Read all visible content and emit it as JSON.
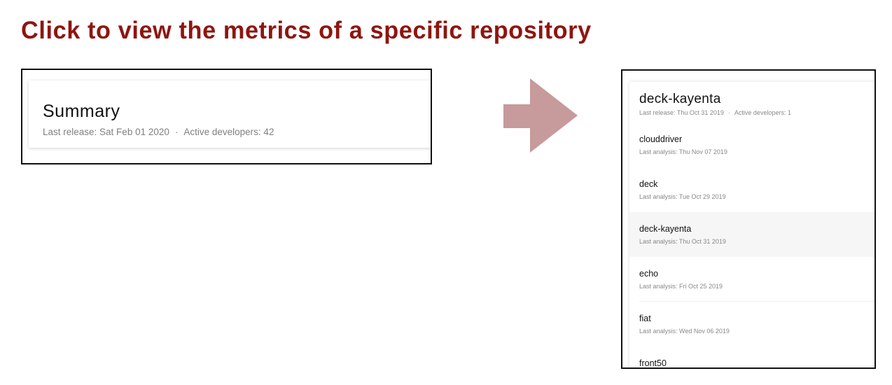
{
  "title": "Click to view the metrics of a specific repository",
  "colors": {
    "title": "#8f1510",
    "arrow": "#c79a9b",
    "selected_row": "#f6f6f6"
  },
  "left_panel": {
    "summary": {
      "title": "Summary",
      "last_release": "Last release: Sat Feb 01 2020",
      "separator": "·",
      "active_developers": "Active developers: 42"
    }
  },
  "arrow_icon": "arrow-right-icon",
  "right_panel": {
    "header": {
      "title": "deck-kayenta",
      "last_release": "Last release: Thu Oct 31 2019",
      "separator": "·",
      "active_developers": "Active developers: 1"
    },
    "repositories": [
      {
        "name": "clouddriver",
        "meta": "Last analysis: Thu Nov 07 2019"
      },
      {
        "name": "deck",
        "meta": "Last analysis: Tue Oct 29 2019"
      },
      {
        "name": "deck-kayenta",
        "meta": "Last analysis: Thu Oct 31 2019",
        "selected": true
      },
      {
        "name": "echo",
        "meta": "Last analysis: Fri Oct 25 2019"
      },
      {
        "name": "fiat",
        "meta": "Last analysis: Wed Nov 06 2019"
      },
      {
        "name": "front50",
        "meta": ""
      }
    ]
  }
}
